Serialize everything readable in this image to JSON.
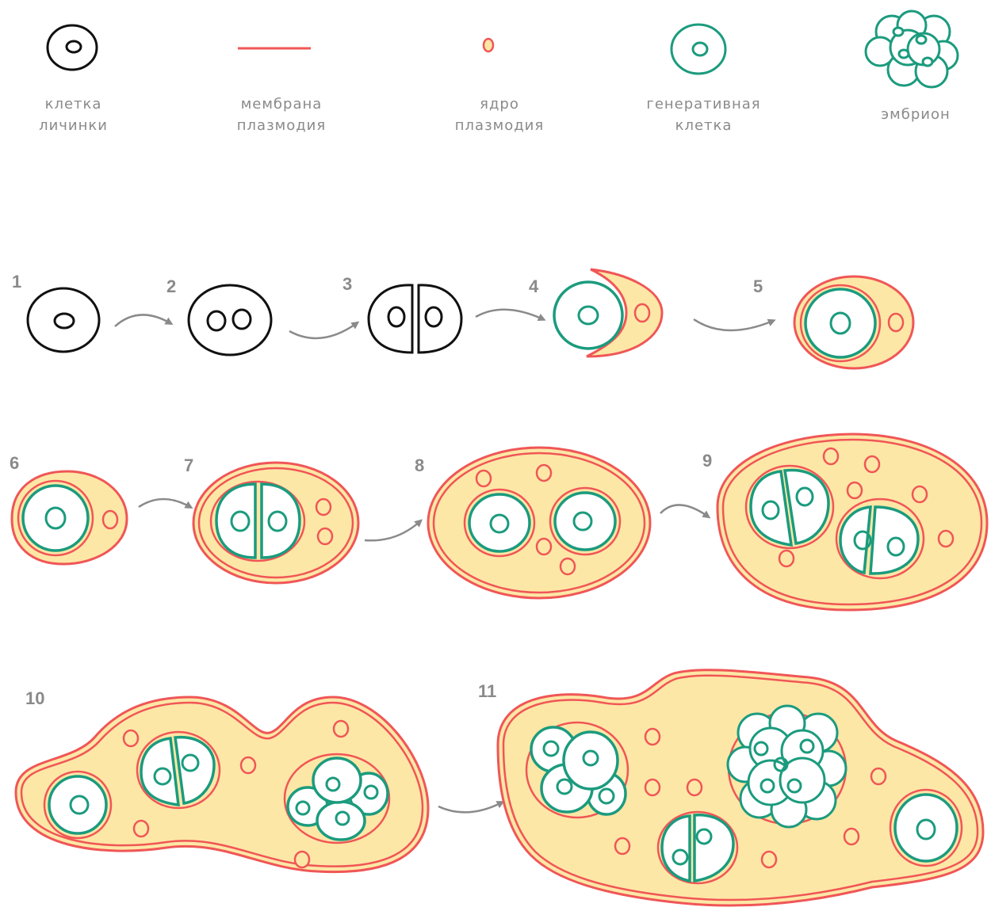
{
  "colors": {
    "larva_cell_outline": "#111111",
    "membrane": "#f05656",
    "cytoplasm": "#fde7a6",
    "nucleus_fill": "#fde7a6",
    "generative_cell": "#1b9b7e",
    "label_text": "#8a8a8a",
    "arrow": "#8a8a8a"
  },
  "legend": [
    {
      "id": "larva-cell",
      "icon": "larva-cell-icon",
      "label": "клетка\nличинки"
    },
    {
      "id": "plasmodium-membrane",
      "icon": "membrane-line-icon",
      "label": "мембрана\nплазмодия"
    },
    {
      "id": "plasmodium-nucleus",
      "icon": "nucleus-icon",
      "label": "ядро\nплазмодия"
    },
    {
      "id": "generative-cell",
      "icon": "generative-cell-icon",
      "label": "генеративная\nклетка"
    },
    {
      "id": "embryo",
      "icon": "embryo-icon",
      "label": "эмбрион"
    }
  ],
  "steps": [
    {
      "number": "1"
    },
    {
      "number": "2"
    },
    {
      "number": "3"
    },
    {
      "number": "4"
    },
    {
      "number": "5"
    },
    {
      "number": "6"
    },
    {
      "number": "7"
    },
    {
      "number": "8"
    },
    {
      "number": "9"
    },
    {
      "number": "10"
    },
    {
      "number": "11"
    }
  ]
}
